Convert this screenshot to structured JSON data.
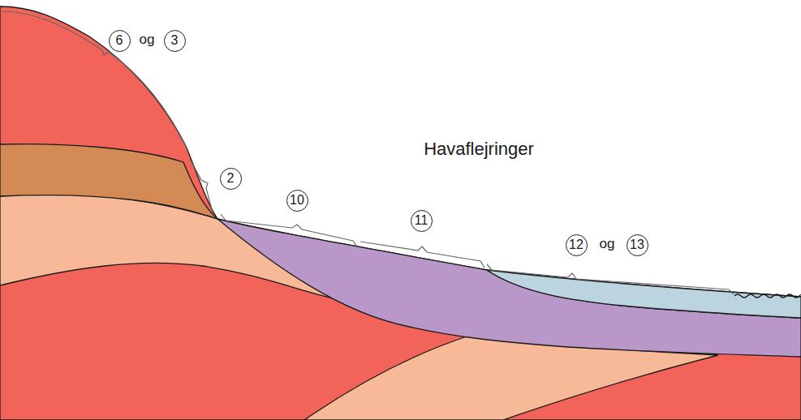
{
  "diagram": {
    "nodes": [
      {
        "text": [
          "6"
        ]
      },
      {
        "text": [
          "3"
        ]
      },
      {
        "text": [
          "2"
        ]
      },
      {
        "text": [
          "10"
        ]
      },
      {
        "text": [
          "11"
        ]
      },
      {
        "text": [
          "12"
        ]
      },
      {
        "text": [
          "13"
        ]
      }
    ],
    "labels": [
      "og",
      "og",
      "Havaflejringer"
    ]
  }
}
